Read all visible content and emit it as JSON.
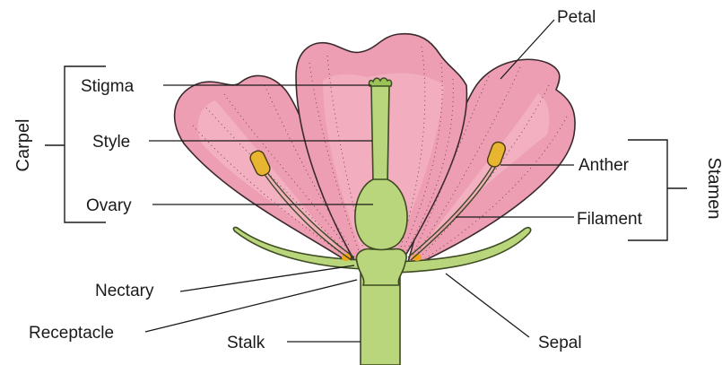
{
  "labels": {
    "petal": "Petal",
    "stigma": "Stigma",
    "style": "Style",
    "ovary": "Ovary",
    "anther": "Anther",
    "filament": "Filament",
    "nectary": "Nectary",
    "receptacle": "Receptacle",
    "stalk": "Stalk",
    "sepal": "Sepal"
  },
  "groups": {
    "carpel": "Carpel",
    "stamen": "Stamen"
  },
  "colors": {
    "petal": "#ee9eb3",
    "stem": "#b9d67c",
    "anther": "#e7b530",
    "nectary": "#f3a418"
  }
}
